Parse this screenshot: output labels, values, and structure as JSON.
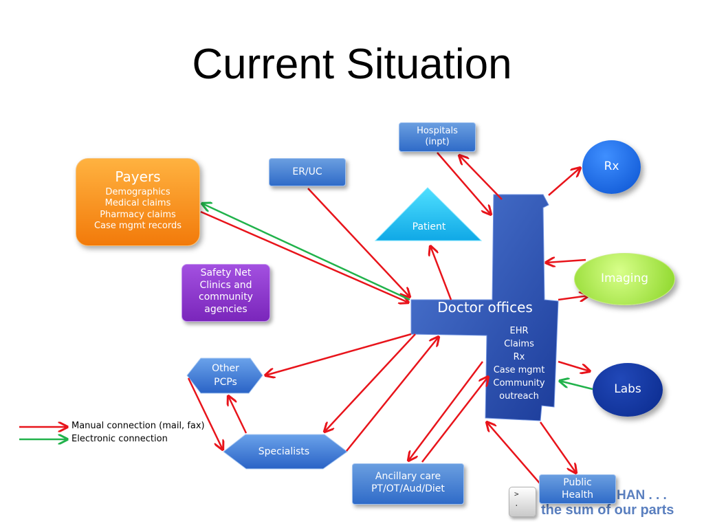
{
  "title": "Current Situation",
  "nodes": {
    "payers": {
      "title": "Payers",
      "items": [
        "Demographics",
        "Medical claims",
        "Pharmacy claims",
        "Case mgmt records"
      ]
    },
    "safety_net": [
      "Safety Net",
      "Clinics and",
      "community",
      "agencies"
    ],
    "hospitals": [
      "Hospitals",
      "(inpt)"
    ],
    "er_uc": "ER/UC",
    "patient": "Patient",
    "rx": "Rx",
    "imaging": "Imaging",
    "labs": "Labs",
    "doctor_offices": {
      "title": "Doctor offices",
      "items": [
        "EHR",
        "Claims",
        "Rx",
        "Case mgmt",
        "Community",
        "outreach"
      ]
    },
    "other_pcps": [
      "Other",
      "PCPs"
    ],
    "specialists": "Specialists",
    "ancillary": [
      "Ancillary care",
      "PT/OT/Aud/Diet"
    ],
    "public_health": [
      "Public",
      "Health"
    ]
  },
  "legend": [
    {
      "label": "Manual connection (mail, fax)",
      "color": "#e8141b"
    },
    {
      "label": "Electronic connection",
      "color": "#21b24b"
    }
  ],
  "branding": {
    "top": "HAN . . .",
    "bottom": "the sum of our parts",
    "key_glyph_top": ">",
    "key_glyph_bottom": "."
  },
  "colors": {
    "manual": "#e8141b",
    "electronic": "#21b24b",
    "blue_box": "#3f7bd3",
    "payers": "#f7901e",
    "safety_net": "#8a35c9"
  }
}
